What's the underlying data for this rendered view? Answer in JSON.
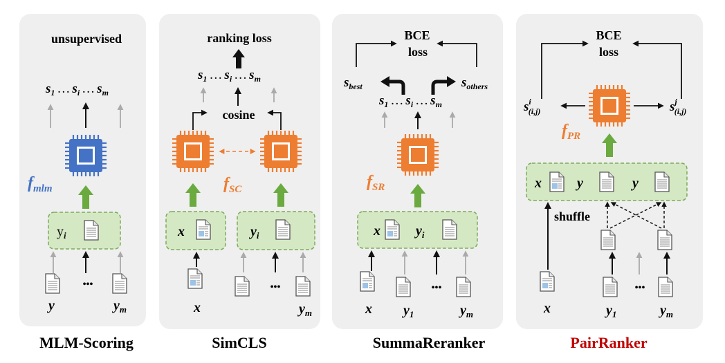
{
  "colors": {
    "panel_bg": "#efefef",
    "input_box_fill": "#d5e8c4",
    "input_box_stroke": "#7dab5b",
    "green_arrow": "#6aaa3f",
    "chip_blue": "#4472c4",
    "chip_orange": "#ed7d31",
    "pairranker_red": "#c00000",
    "gray_arrow": "#aaaaaa"
  },
  "panels": [
    {
      "caption": "MLM-Scoring",
      "top_text": "unsupervised",
      "scores": {
        "s": "s",
        "sub1": "1",
        "subi": "i",
        "subm": "m",
        "dots": "…"
      },
      "func": {
        "f": "f",
        "sub": "mlm"
      },
      "input_label": {
        "y": "y",
        "sub": "i"
      },
      "bottom": {
        "left": "y",
        "right_base": "y",
        "right_sub": "m",
        "dots": "•••"
      },
      "chip_icon": "cpu-chip-icon"
    },
    {
      "caption": "SimCLS",
      "top_text": "ranking loss",
      "scores": {
        "s": "s",
        "sub1": "1",
        "subi": "i",
        "subm": "m",
        "dots": "…"
      },
      "mid_text": "cosine",
      "func": {
        "f": "f",
        "sub": "SC"
      },
      "input_x": "x",
      "input_label": {
        "y": "y",
        "sub": "i"
      },
      "bottom": {
        "x": "x",
        "right_base": "y",
        "right_sub": "m",
        "dots": "•••"
      },
      "chip_icon": "cpu-chip-icon"
    },
    {
      "caption": "SummaReranker",
      "top_text_1": "BCE",
      "top_text_2": "loss",
      "best": {
        "s": "s",
        "sub": "best"
      },
      "others": {
        "s": "s",
        "sub": "others"
      },
      "scores": {
        "s": "s",
        "sub1": "1",
        "subi": "i",
        "subm": "m",
        "dots": "…"
      },
      "func": {
        "f": "f",
        "sub": "SR"
      },
      "input_x": "x",
      "input_label": {
        "y": "y",
        "sub": "i"
      },
      "bottom": {
        "x": "x",
        "mid_base": "y",
        "mid_sub": "1",
        "right_base": "y",
        "right_sub": "m",
        "dots": "•••"
      },
      "chip_icon": "cpu-chip-icon"
    },
    {
      "caption": "PairRanker",
      "top_text_1": "BCE",
      "top_text_2": "loss",
      "left_score": {
        "s": "s",
        "sup": "i",
        "sub": "(i,j)"
      },
      "right_score": {
        "s": "s",
        "sup": "j",
        "sub": "(i,j)"
      },
      "func": {
        "f": "f",
        "sub": "PR"
      },
      "input_x": "x",
      "input_y1": "y",
      "input_y2": "y",
      "shuffle": "shuffle",
      "bottom": {
        "x": "x",
        "mid_base": "y",
        "mid_sub": "1",
        "right_base": "y",
        "right_sub": "m",
        "dots": "•••"
      },
      "chip_icon": "cpu-chip-icon"
    }
  ]
}
